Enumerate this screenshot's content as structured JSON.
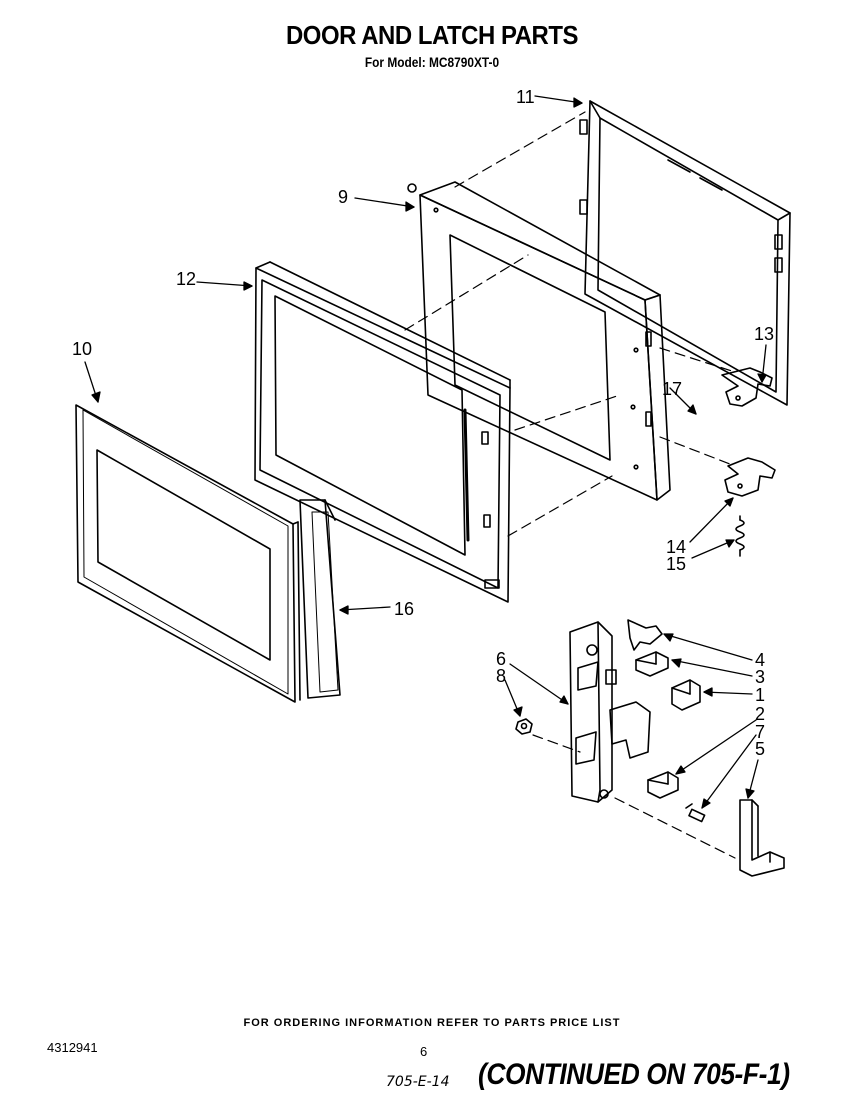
{
  "header": {
    "title": "DOOR AND LATCH PARTS",
    "subtitle": "For Model: MC8790XT-0"
  },
  "callouts": [
    {
      "id": "c11",
      "label": "11"
    },
    {
      "id": "c9",
      "label": "9"
    },
    {
      "id": "c12",
      "label": "12"
    },
    {
      "id": "c10",
      "label": "10"
    },
    {
      "id": "c13",
      "label": "13"
    },
    {
      "id": "c17",
      "label": "17"
    },
    {
      "id": "c14",
      "label": "14"
    },
    {
      "id": "c15",
      "label": "15"
    },
    {
      "id": "c16",
      "label": "16"
    },
    {
      "id": "c6",
      "label": "6"
    },
    {
      "id": "c8",
      "label": "8"
    },
    {
      "id": "c4",
      "label": "4"
    },
    {
      "id": "c3",
      "label": "3"
    },
    {
      "id": "c1",
      "label": "1"
    },
    {
      "id": "c2",
      "label": "2"
    },
    {
      "id": "c7",
      "label": "7"
    },
    {
      "id": "c5",
      "label": "5"
    }
  ],
  "footer": {
    "ordering_info": "FOR ORDERING INFORMATION REFER TO PARTS PRICE LIST",
    "doc_number": "4312941",
    "page_number": "6",
    "handwritten_ref": "705-E-14",
    "continued": "(CONTINUED ON 705-F-1)"
  }
}
